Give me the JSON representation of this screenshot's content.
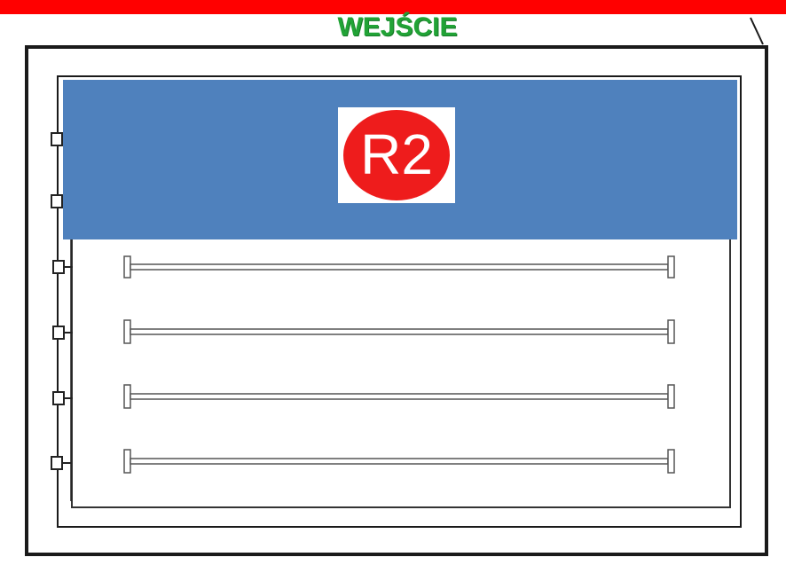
{
  "header": {
    "entrance_label": "WEJŚCIE",
    "bar_color": "#ff0000",
    "label_color": "#21a336"
  },
  "banner": {
    "color": "#4f81bd",
    "badge": {
      "text": "R2",
      "circle_color": "#ee1c1c",
      "text_color": "#ffffff"
    }
  },
  "rack": {
    "hinge_count": 6,
    "rail_count": 4
  }
}
